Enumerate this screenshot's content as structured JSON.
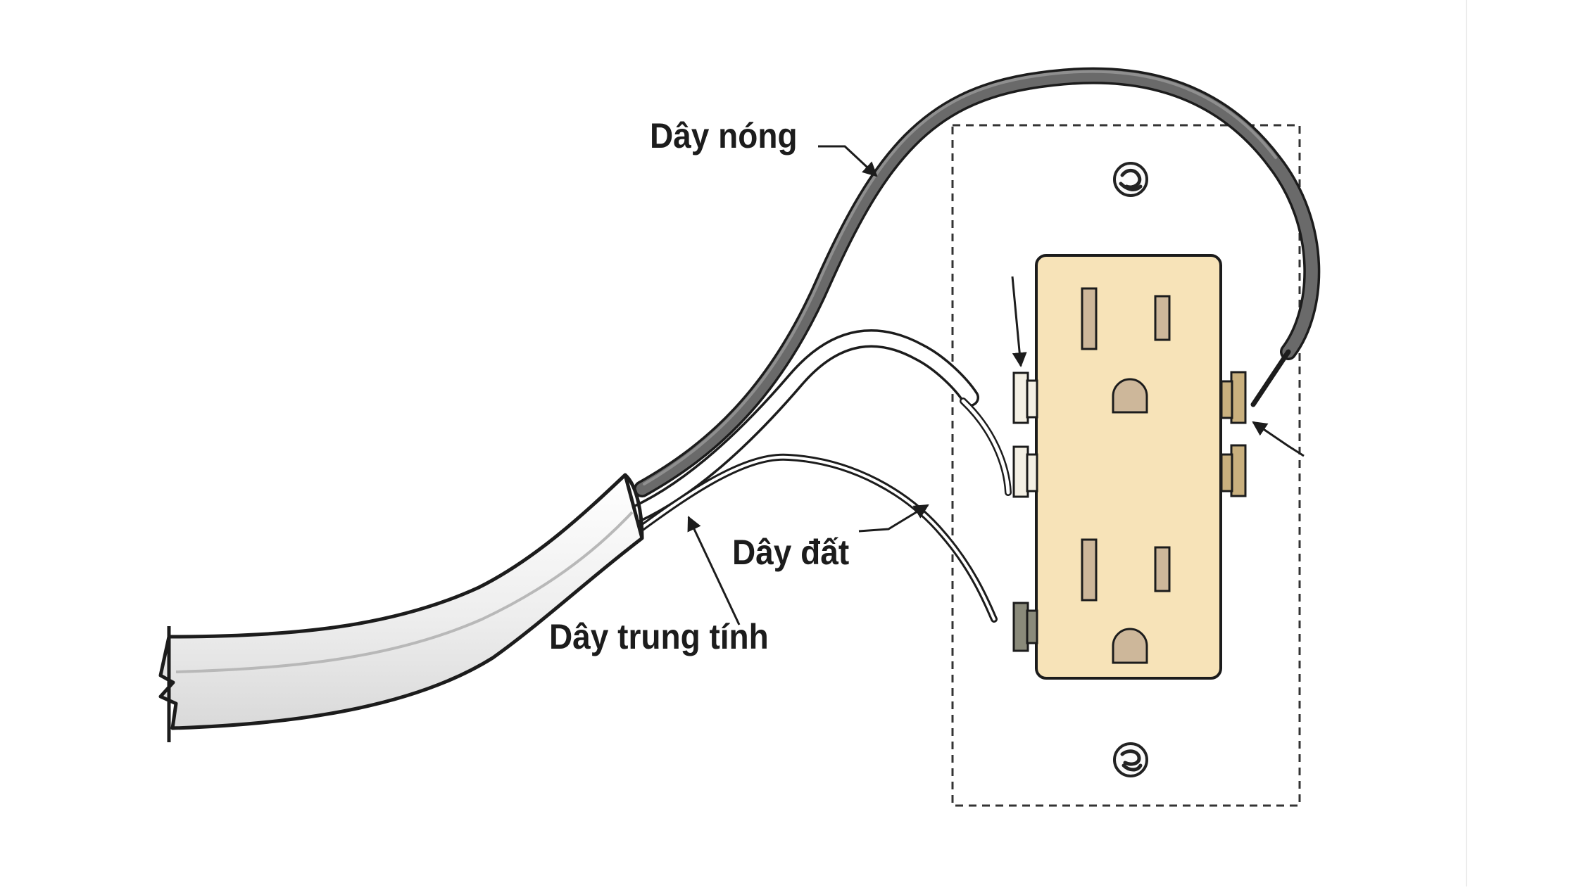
{
  "labels": {
    "hot_wire": "Dây nóng",
    "ground_wire": "Dây đất",
    "neutral_wire": "Dây trung tính"
  },
  "colors": {
    "background": "#ffffff",
    "outlet_face": "#f7e3b8",
    "slot": "#cdb79a",
    "hot_wire": "#555555",
    "neutral_wire": "#ffffff",
    "ground_wire": "#2a2a2a",
    "line": "#1c1c1c",
    "brass_terminal": "#c9b07e",
    "silver_terminal": "#f4f0e4"
  },
  "icons": {
    "top_screw": "screw-icon",
    "bottom_screw": "screw-icon"
  }
}
